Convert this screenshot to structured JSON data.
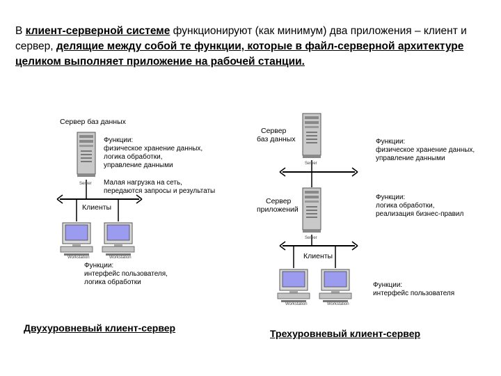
{
  "intro": {
    "t1": "В ",
    "t2": "клиент-серверной системе",
    "t3": " функционируют (как минимум) два приложения – клиент и сервер, ",
    "t4": "делящие между собой те функции, которые в файл-серверной архитектуре целиком выполняет приложение на рабочей станции."
  },
  "two_tier": {
    "server_title": "Сервер баз данных",
    "server_functions": [
      "Функции:",
      "физическое хранение данных,",
      "логика обработки,",
      "управление данными"
    ],
    "network_note": [
      "Малая нагрузка на сеть,",
      "передаются запросы и результаты"
    ],
    "clients_label": "Клиенты",
    "client_functions": [
      "Функции:",
      "интерфейс пользователя,",
      "логика обработки"
    ],
    "server_caption": "Server",
    "workstation_caption": "Workstation",
    "caption": "Двухуровневый клиент-сервер"
  },
  "three_tier": {
    "db_server_title": [
      "Сервер",
      "баз данных"
    ],
    "db_functions": [
      "Функции:",
      "физическое хранение данных,",
      "управление данными"
    ],
    "app_server_title": [
      "Сервер",
      "приложений"
    ],
    "app_functions": [
      "Функции:",
      "логика обработки,",
      "реализация бизнес-правил"
    ],
    "clients_label": "Клиенты",
    "client_functions": [
      "Функции:",
      "интерфейс пользователя"
    ],
    "server_caption": "Server",
    "workstation_caption": "Workstation",
    "caption": "Трехуровневый клиент-сервер"
  }
}
